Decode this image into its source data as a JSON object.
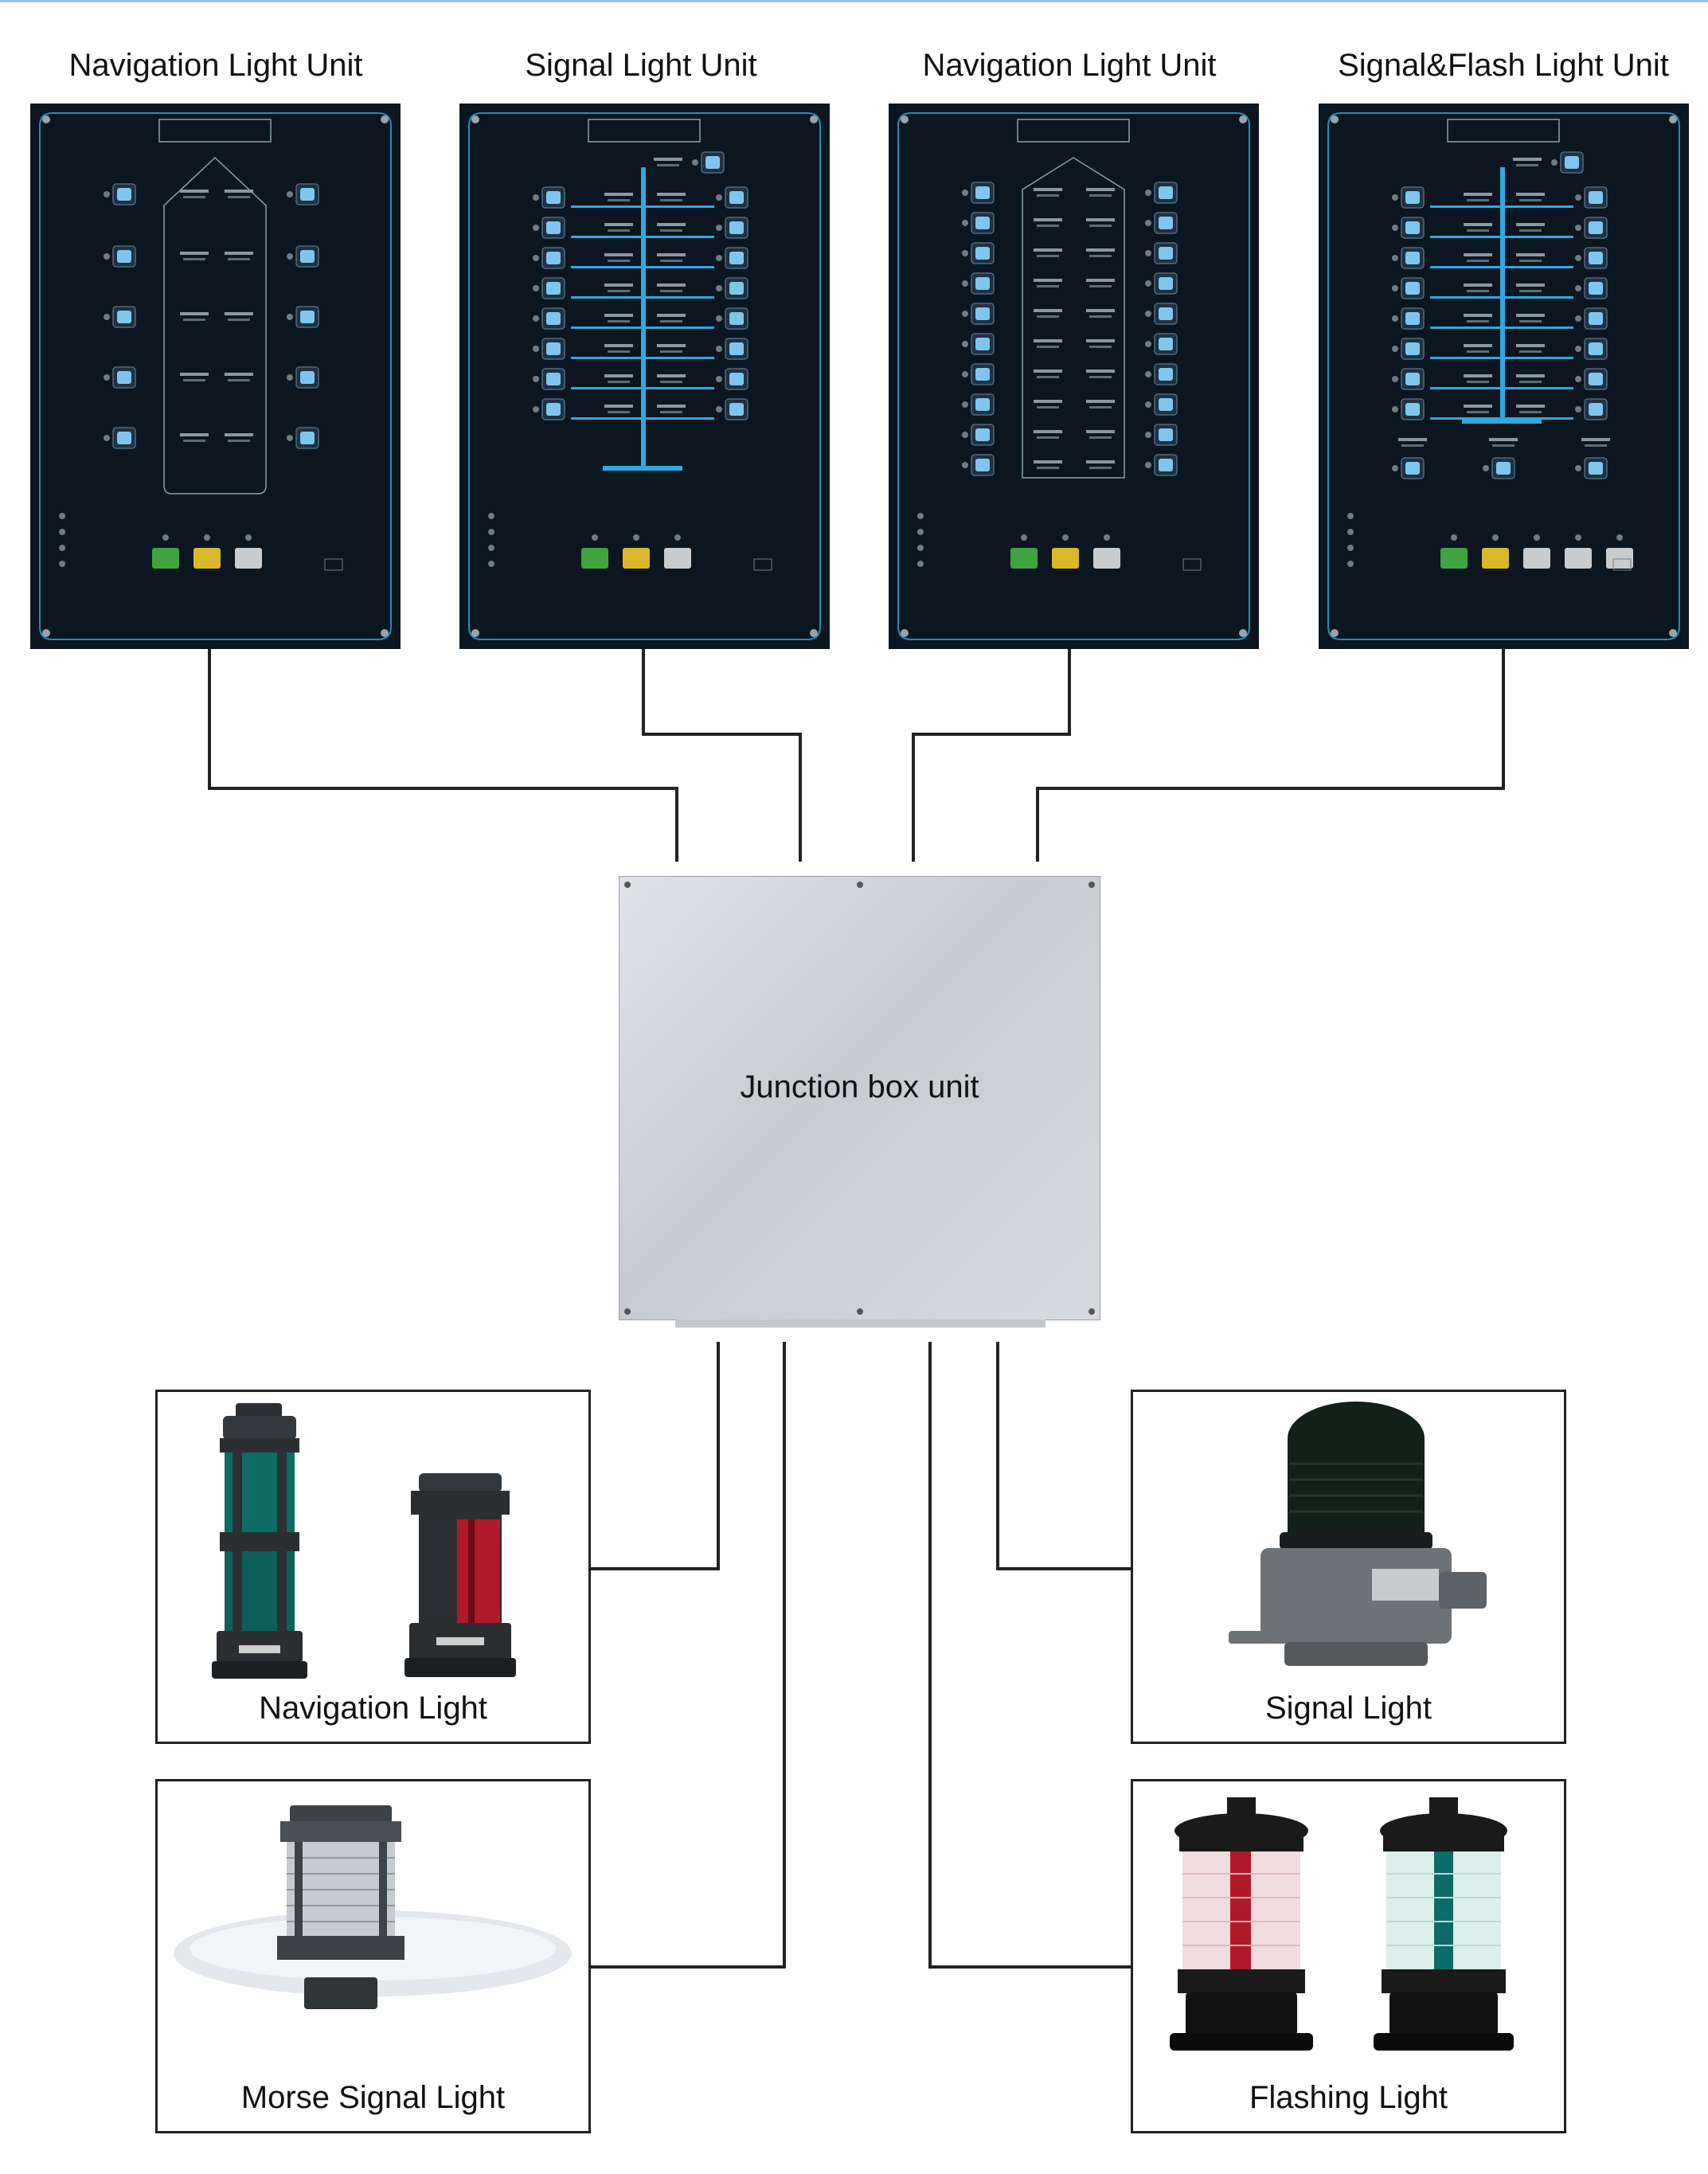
{
  "control_panels": [
    {
      "title": "Navigation Light Unit"
    },
    {
      "title": "Signal Light Unit"
    },
    {
      "title": "Navigation Light Unit"
    },
    {
      "title": "Signal&Flash Light Unit"
    }
  ],
  "junction_box": {
    "label": "Junction box unit"
  },
  "light_fixtures": [
    {
      "label": "Navigation Light"
    },
    {
      "label": "Signal Light"
    },
    {
      "label": "Morse Signal Light"
    },
    {
      "label": "Flashing Light"
    }
  ],
  "colors": {
    "panel_bg": "#0c1620",
    "panel_trace": "#2fa8e0",
    "button_face": "#7fc6ee",
    "junction_box": "#cfd3d8",
    "wire": "#222222",
    "nav_lens_green": "#0f6b66",
    "nav_lens_red": "#b01a28",
    "signal_dome": "#12201a"
  }
}
